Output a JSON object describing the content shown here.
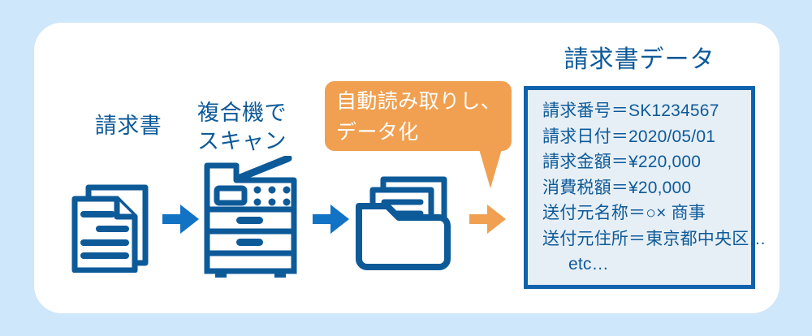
{
  "figure": {
    "background_color": "#cfe7fa",
    "panel_color": "#ffffff",
    "accent_blue": "#0d5a99",
    "accent_orange": "#f0a050",
    "box_fill": "#e7eff6",
    "box_border": "#1062ad"
  },
  "steps": {
    "invoice_label": "請求書",
    "scan_label": "複合機で\nスキャン",
    "bubble_text": "自動読み取りし、\nデータ化"
  },
  "icons": {
    "documents": "documents-icon",
    "printer": "multifunction-printer-icon",
    "folder": "folder-with-documents-icon",
    "arrow_1": "arrow-right-blue-icon",
    "arrow_2": "arrow-right-blue-icon",
    "arrow_3": "arrow-right-orange-icon"
  },
  "data_panel": {
    "title": "請求書データ",
    "lines": [
      "請求番号＝SK1234567",
      "請求日付＝2020/05/01",
      "請求金額＝¥220,000",
      "消費税額＝¥20,000",
      "送付元名称＝○× 商事",
      "送付元住所＝東京都中央区…",
      "etc…"
    ]
  }
}
